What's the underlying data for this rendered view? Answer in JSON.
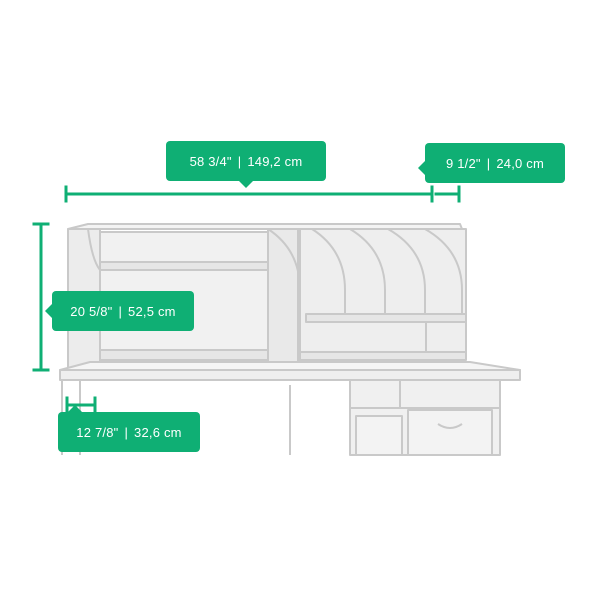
{
  "colors": {
    "accent": "#0faf74",
    "line_art": "#c9c9c9",
    "fill": "#ececec"
  },
  "dimensions": {
    "width": {
      "imperial": "58 3/4\"",
      "metric": "149,2 cm"
    },
    "depth_top": {
      "imperial": "9 1/2\"",
      "metric": "24,0 cm"
    },
    "height": {
      "imperial": "20 5/8\"",
      "metric": "52,5 cm"
    },
    "depth": {
      "imperial": "12 7/8\"",
      "metric": "32,6 cm"
    }
  },
  "separator": "|"
}
